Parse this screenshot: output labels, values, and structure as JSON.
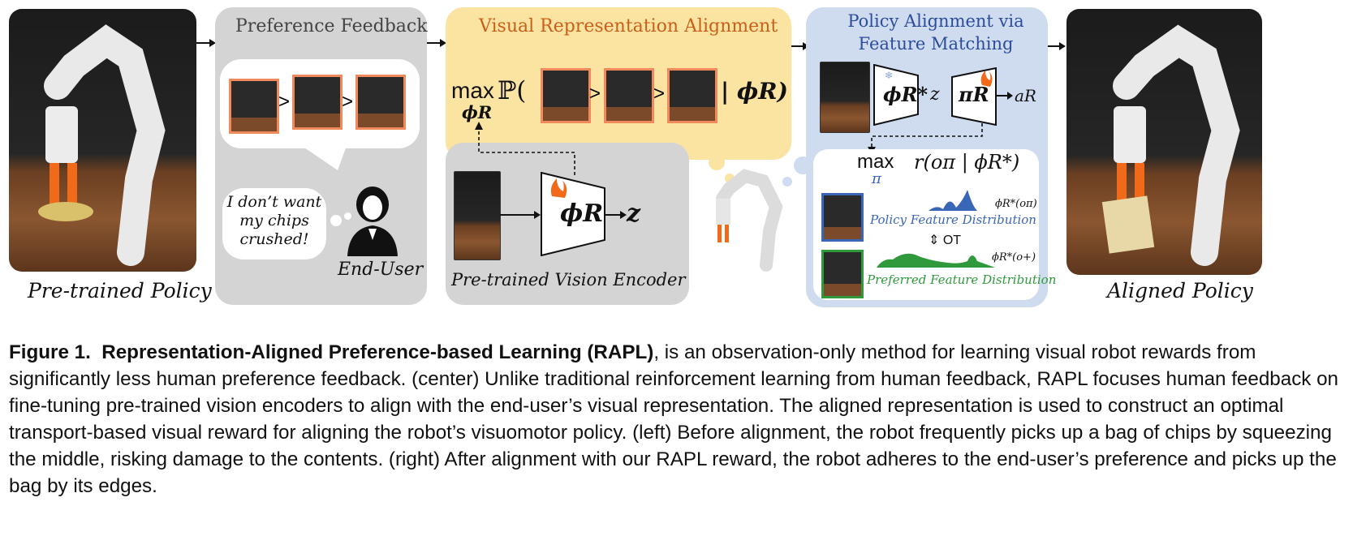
{
  "figure": {
    "left_label": "Pre-trained Policy",
    "right_label": "Aligned Policy",
    "pref_title": "Preference Feedback",
    "speech_text": "I don’t want my chips crushed!",
    "end_user_label": "End-User",
    "vra_title": "Visual Representation Alignment",
    "vra_formula_max": "max",
    "vra_formula_sub": "ϕR",
    "vra_formula_prob": "ℙ(",
    "vra_formula_cond": "| ϕR)",
    "encoder_label": "Pre-trained Vision Encoder",
    "encoder_symbol": "ϕR",
    "encoder_out": "z",
    "policy_title_line1": "Policy Alignment via",
    "policy_title_line2": "Feature Matching",
    "frozen_symbol": "ϕR*",
    "policy_z": "z",
    "policy_symbol": "πR",
    "policy_out": "aR",
    "reward_max": "max",
    "reward_sub": "π",
    "reward_expr": "r(oπ | ϕR*)",
    "dist1_label": "ϕR*(oπ)",
    "dist1_name": "Policy Feature Distribution",
    "ot_label": "⇕ OT",
    "dist2_label": "ϕR*(o+)",
    "dist2_name": "Preferred Feature Distribution",
    "gt": ">"
  },
  "caption": {
    "fig_num": "Figure 1.",
    "bold_title": "Representation-Aligned Preference-based Learning (RAPL)",
    "body": ", is an observation-only method for learning visual robot rewards from significantly less human preference feedback. (center) Unlike traditional reinforcement learning from human feedback, RAPL focuses human feedback on fine-tuning pre-trained vision encoders to align with the end-user’s visual representation. The aligned representation is used to construct an optimal transport-based visual reward for aligning the robot’s visuomotor policy. (left) Before alignment, the robot frequently picks up a bag of chips by squeezing the middle, risking damage to the contents. (right) After alignment with our RAPL reward, the robot adheres to the end-user’s preference and picks up the bag by its edges."
  },
  "colors": {
    "pref_panel": "#d4d4d4",
    "vra_panel": "#fbe3a2",
    "policy_panel": "#cfdcf0",
    "orange_title": "#c8601a",
    "blue_title": "#2c4d9c",
    "thumb_orange": "#f08a5d",
    "policy_blue": "#3a66b8",
    "preferred_green": "#2e9a3c"
  }
}
